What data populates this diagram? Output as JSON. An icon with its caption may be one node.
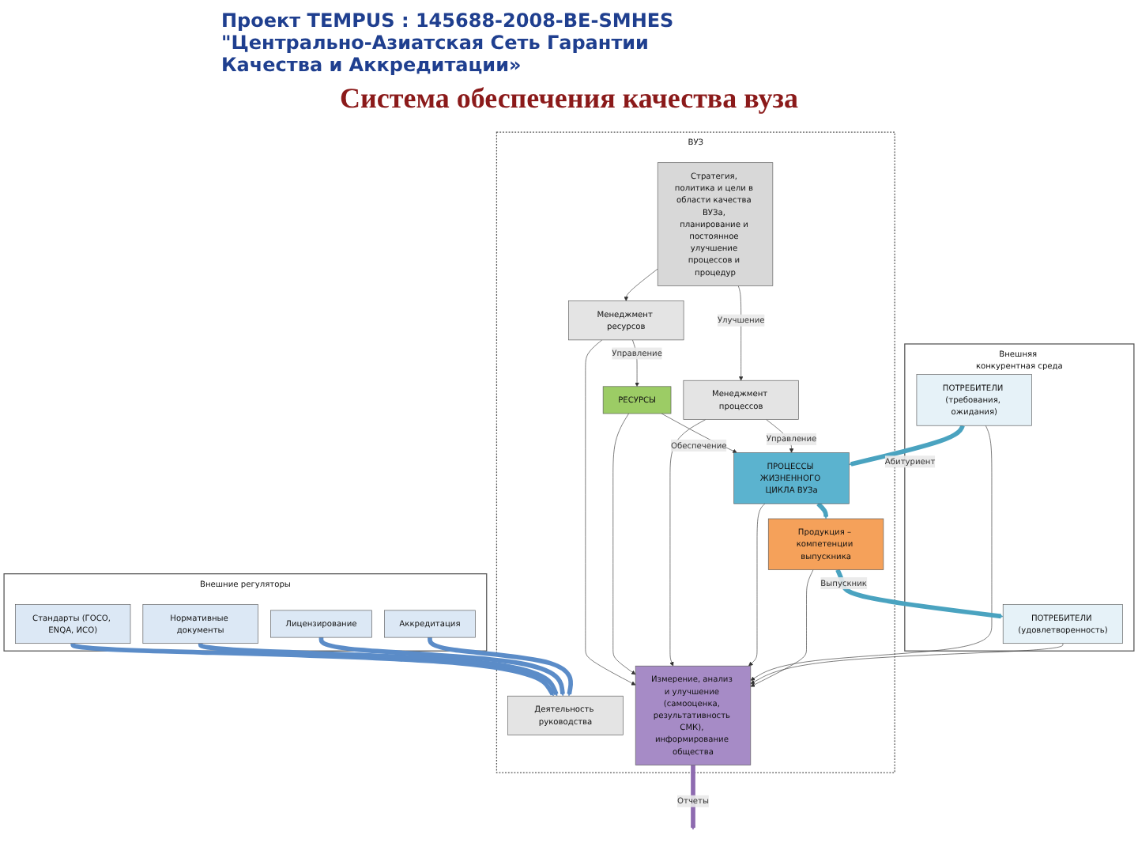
{
  "diagram": {
    "title": "Система обеспечения качества вуза",
    "nodes": [
      {
        "text": [
          "Внешние регуляторы"
        ]
      },
      {
        "text": [
          "Стандарты (ГОСО, ENQA, ИСО)"
        ],
        "in": 0
      },
      {
        "text": [
          "Нормативные документы"
        ],
        "in": 0
      },
      {
        "text": [
          "Лицензирование"
        ],
        "in": 0
      },
      {
        "text": [
          "Аккредитация"
        ],
        "in": 0
      },
      {
        "text": [
          "ВУЗ"
        ]
      },
      {
        "text": [
          "Деятельность руководства"
        ],
        "in": 5
      },
      {
        "text": [
          "Стратегия, политика и цели в области качества ВУЗа, планирование и постоянное улучшение процессов и процедур"
        ],
        "in": 5
      },
      {
        "text": [
          "Менеджмент ресурсов"
        ],
        "in": 5
      },
      {
        "text": [
          "РЕСУРСЫ"
        ],
        "in": 5
      },
      {
        "text": [
          "Менеджмент процессов"
        ],
        "in": 5
      },
      {
        "text": [
          "Измерение, анализ и улучшение (самооценка, результативность СМК), информирование общества"
        ],
        "in": 5
      },
      {
        "text": [
          "ПРОЦЕССЫ ЖИЗНЕННОГО ЦИКЛА ВУЗа"
        ],
        "in": 5
      },
      {
        "text": [
          "Продукция – компетенции выпускника"
        ],
        "in": 5
      },
      {
        "text": [
          "Внешняя конкурентная среда"
        ]
      },
      {
        "text": [
          "ПОТРЕБИТЕЛИ (требования, ожидания)"
        ],
        "in": 14
      },
      {
        "text": [
          "ПОТРЕБИТЕЛИ (удовлетворенность)"
        ],
        "in": 14
      }
    ],
    "edges": [
      {
        "from": 1,
        "to": 6,
        "arrow": "to",
        "style": "thick",
        "color": "#5b8cc8"
      },
      {
        "from": 2,
        "to": 6,
        "arrow": "to",
        "style": "thick",
        "color": "#5b8cc8"
      },
      {
        "from": 3,
        "to": 6,
        "arrow": "to",
        "style": "thick",
        "color": "#5b8cc8"
      },
      {
        "from": 4,
        "to": 6,
        "arrow": "to",
        "style": "thick",
        "color": "#5b8cc8"
      },
      {
        "from": 7,
        "to": 8,
        "arrow": "to"
      },
      {
        "from": 7,
        "to": 10,
        "arrow": "to",
        "label": "Улучшение"
      },
      {
        "from": 8,
        "to": 9,
        "arrow": "to",
        "label": "Управление"
      },
      {
        "from": 8,
        "to": 11,
        "arrow": "to"
      },
      {
        "from": 9,
        "to": 11,
        "arrow": "to"
      },
      {
        "from": 9,
        "to": 12,
        "arrow": "to",
        "label": "Обеспечение"
      },
      {
        "from": 10,
        "to": 11,
        "arrow": "to"
      },
      {
        "from": 10,
        "to": 12,
        "arrow": "to",
        "label": "Управление"
      },
      {
        "from": 12,
        "to": 11,
        "arrow": "to"
      },
      {
        "from": 15,
        "to": 11,
        "arrow": "to"
      },
      {
        "from": 16,
        "to": 11,
        "arrow": "to"
      },
      {
        "from": 13,
        "to": 11,
        "arrow": "to"
      },
      {
        "from": 12,
        "to": 13,
        "arrow": "to",
        "style": "thick",
        "color": "#4aa3c0"
      },
      {
        "from": 15,
        "to": 12,
        "arrow": "to",
        "label": "Абитуриент",
        "style": "thick",
        "color": "#4aa3c0"
      },
      {
        "from": 13,
        "to": 16,
        "arrow": "to",
        "label": "Выпускник",
        "style": "thick",
        "color": "#4aa3c0"
      },
      {
        "from": 11,
        "to": null,
        "arrow": "to",
        "label": "Отчеты",
        "style": "thick",
        "color": "#8e6bb0"
      }
    ],
    "labels": [
      "Проект TEMPUS : 145688-2008-BE-SMHES \"Центрально-Азиатская Сеть Гарантии Качества и Аккредитации»"
    ]
  }
}
